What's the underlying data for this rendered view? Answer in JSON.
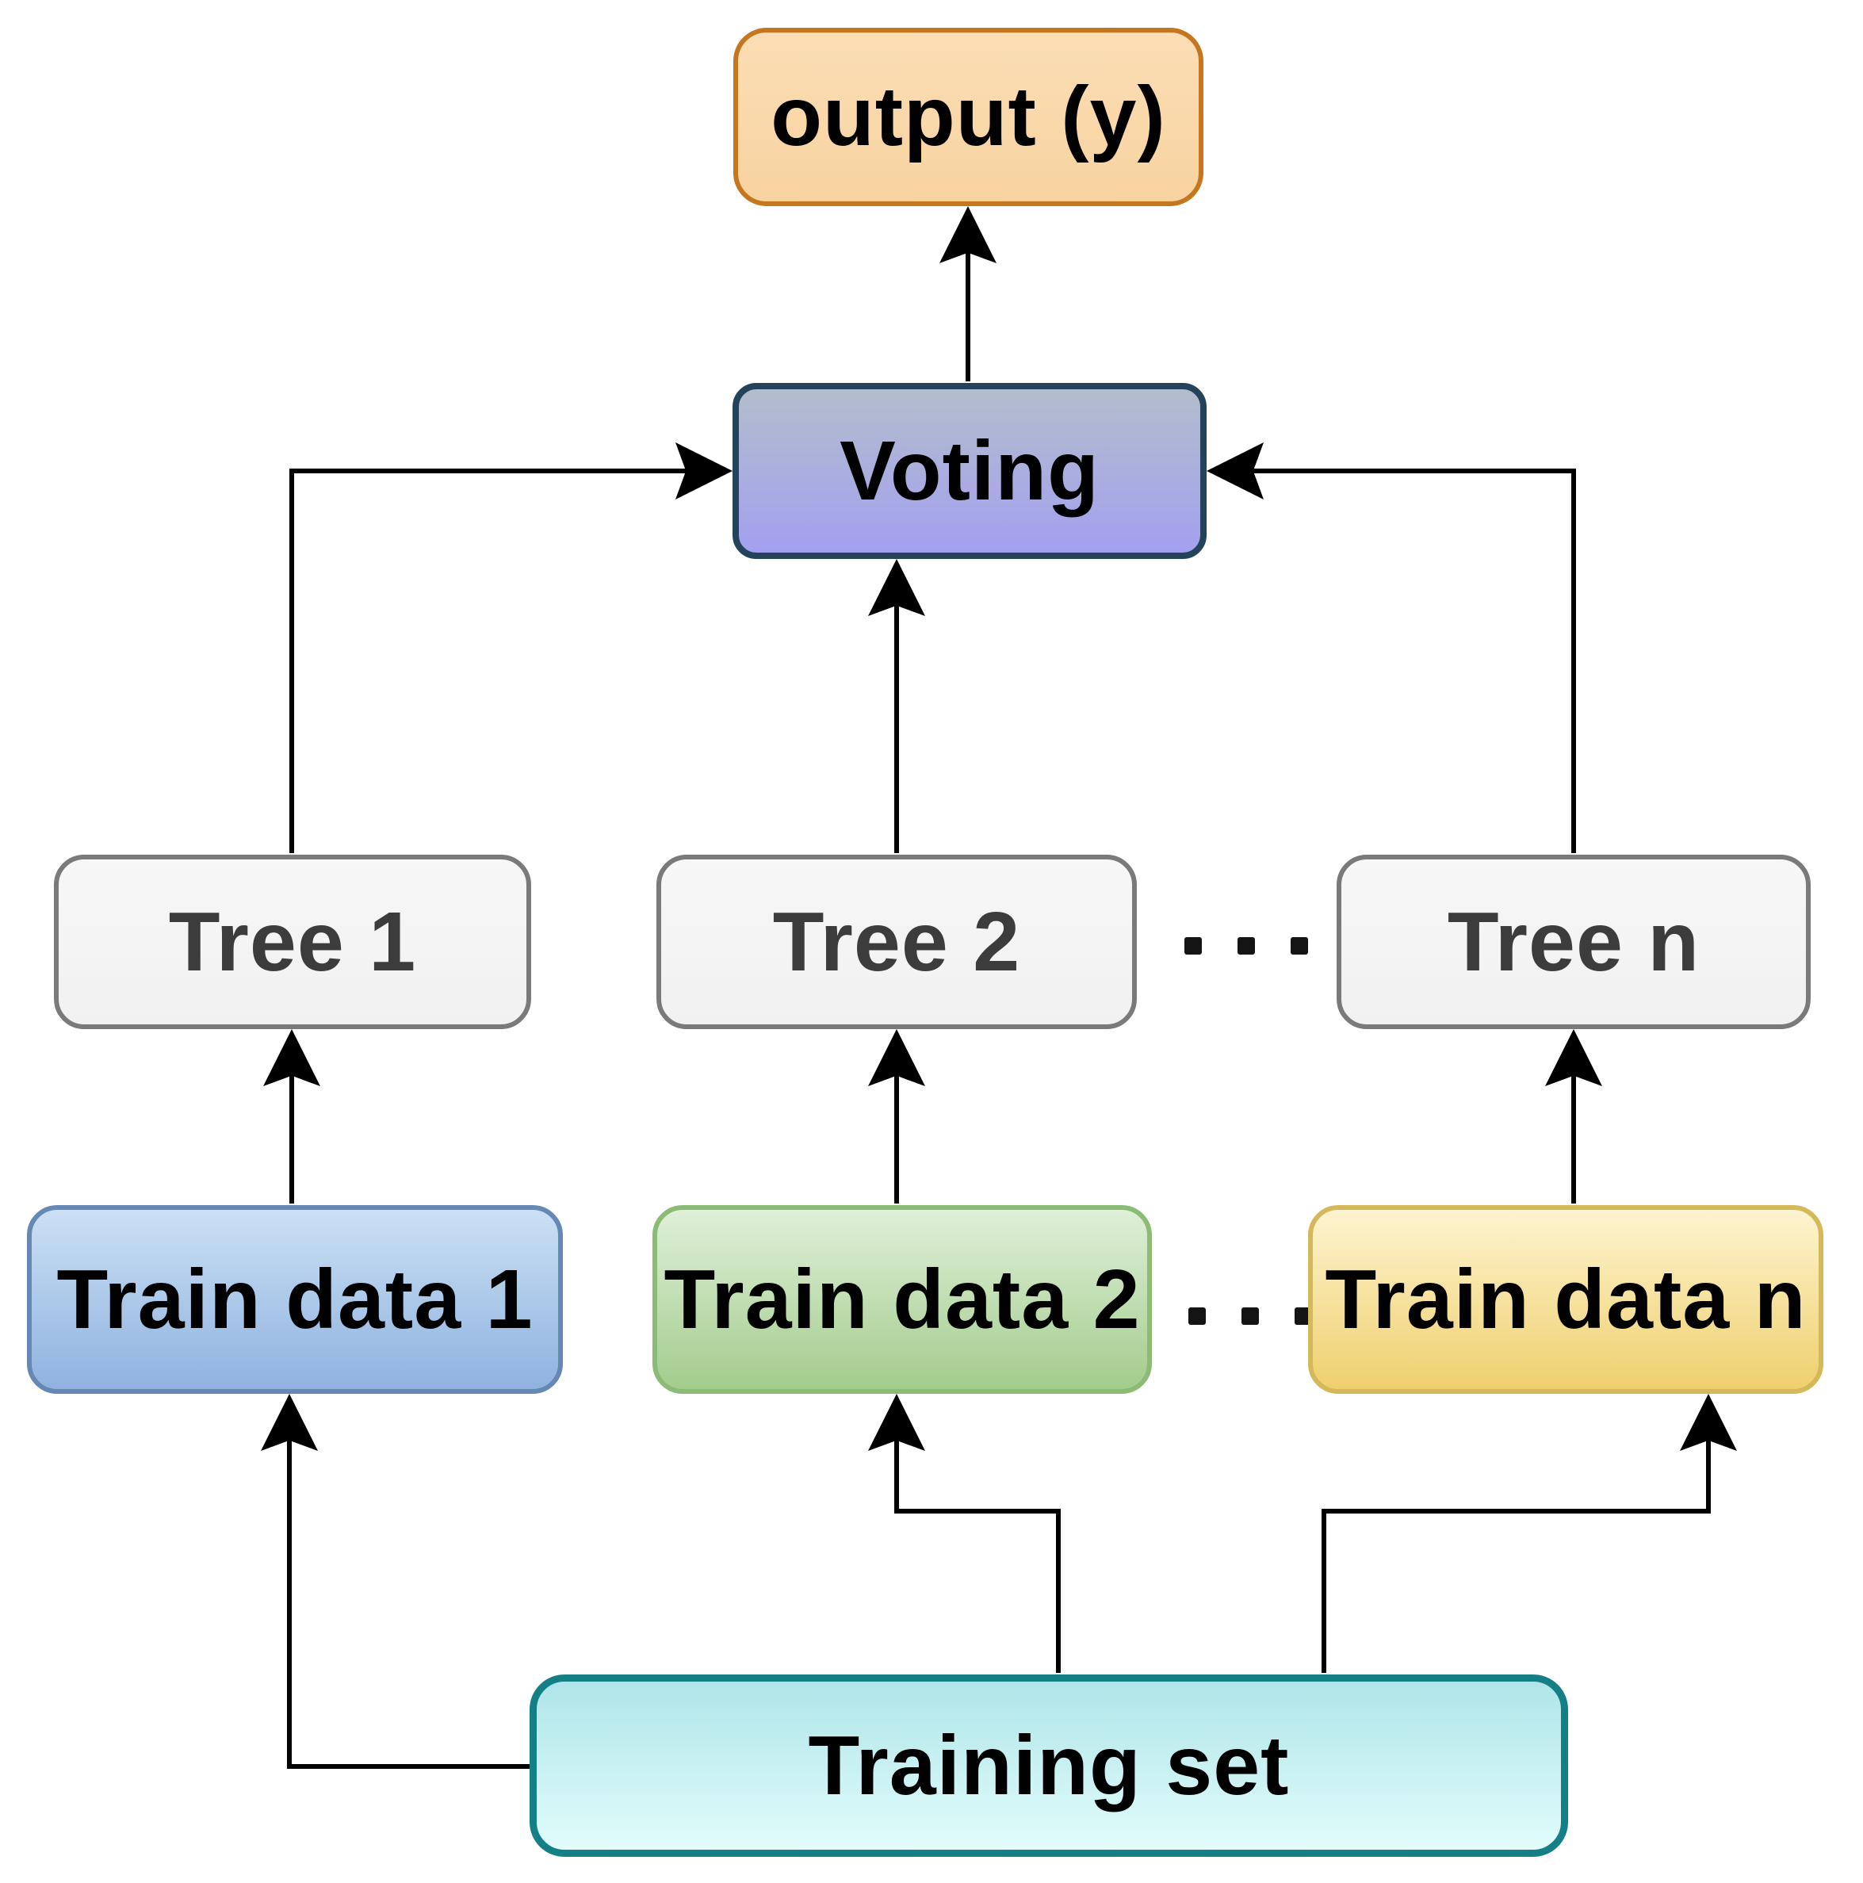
{
  "diagram": {
    "ellipsis": "...",
    "nodes": {
      "output": {
        "label": "output (y)",
        "fill_top": "#FBDDB5",
        "fill_bottom": "#F8D3A0",
        "border": "#C5761F",
        "text": "#000000"
      },
      "voting": {
        "label": "Voting",
        "fill_top": "#B3BDCC",
        "fill_bottom": "#A3A0F0",
        "border": "#24435A",
        "text": "#000000"
      },
      "tree1": {
        "label": "Tree 1",
        "fill_top": "#F7F7F7",
        "fill_bottom": "#F1F1F1",
        "border": "#7A7A7A",
        "text": "#3C3C3C"
      },
      "tree2": {
        "label": "Tree 2",
        "fill_top": "#F7F7F7",
        "fill_bottom": "#F1F1F1",
        "border": "#7A7A7A",
        "text": "#3C3C3C"
      },
      "treen": {
        "label": "Tree n",
        "fill_top": "#F7F7F7",
        "fill_bottom": "#F1F1F1",
        "border": "#7A7A7A",
        "text": "#3C3C3C"
      },
      "traindata1": {
        "label": "Train data 1",
        "fill_top": "#CBE0F4",
        "fill_bottom": "#8FB2DF",
        "border": "#6688B5",
        "text": "#000000"
      },
      "traindata2": {
        "label": "Train data 2",
        "fill_top": "#DFF0D9",
        "fill_bottom": "#A3CC8D",
        "border": "#8CBB75",
        "text": "#000000"
      },
      "traindatan": {
        "label": "Train data n",
        "fill_top": "#FDF4D0",
        "fill_bottom": "#EFD06E",
        "border": "#D5B85A",
        "text": "#000000"
      },
      "trainingset": {
        "label": "Training set",
        "fill_top": "#AFE5E9",
        "fill_bottom": "#E2FCFB",
        "border": "#157F86",
        "text": "#000000"
      }
    },
    "edges": [
      {
        "from": "voting",
        "to": "output"
      },
      {
        "from": "tree1",
        "to": "voting"
      },
      {
        "from": "tree2",
        "to": "voting"
      },
      {
        "from": "treen",
        "to": "voting"
      },
      {
        "from": "traindata1",
        "to": "tree1"
      },
      {
        "from": "traindata2",
        "to": "tree2"
      },
      {
        "from": "traindatan",
        "to": "treen"
      },
      {
        "from": "trainingset",
        "to": "traindata1"
      },
      {
        "from": "trainingset",
        "to": "traindata2"
      },
      {
        "from": "trainingset",
        "to": "traindatan"
      }
    ],
    "edge_color": "#000000"
  }
}
